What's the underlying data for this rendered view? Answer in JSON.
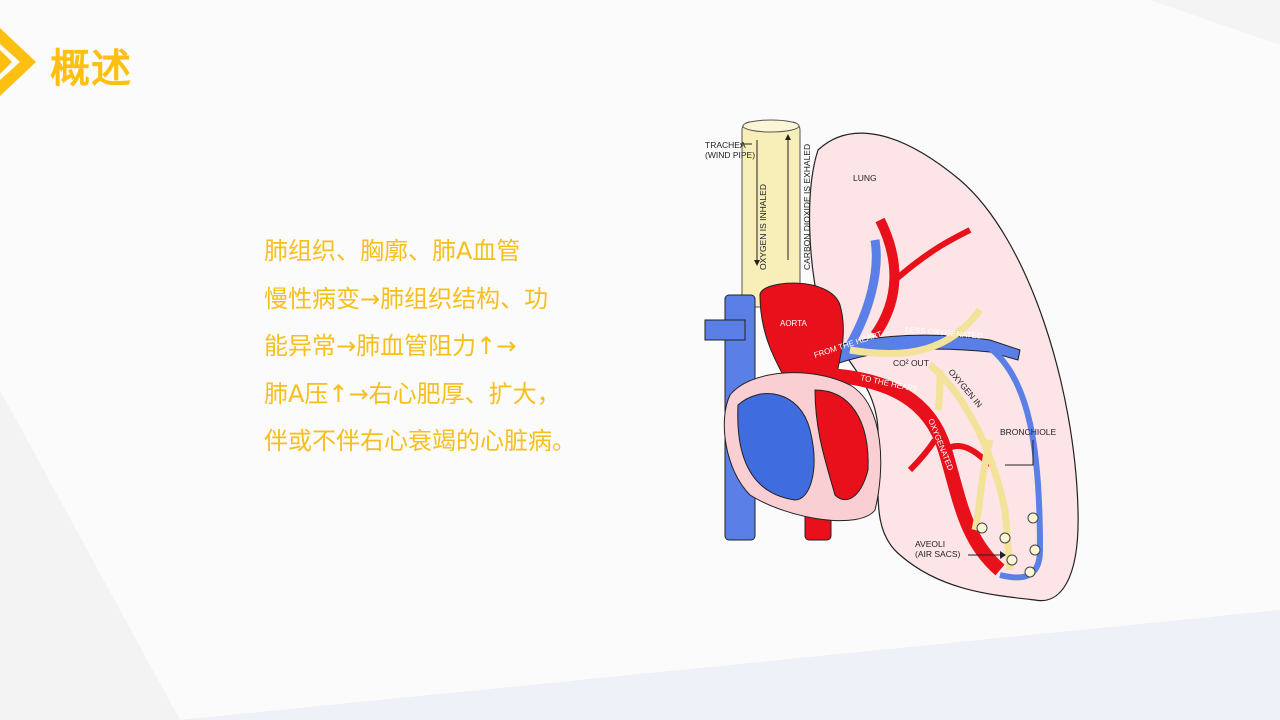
{
  "slide": {
    "title": "概述",
    "body_lines": [
      "肺组织、胸廓、肺A血管",
      "慢性病变→肺组织结构、功",
      "能异常→肺血管阻力↑→",
      "肺A压↑→右心肥厚、扩大，",
      "伴或不伴右心衰竭的心脏病。"
    ],
    "colors": {
      "accent": "#fdc010",
      "text": "#f8bf1b",
      "background": "#fbfbfb"
    }
  },
  "diagram": {
    "labels": {
      "trachea": "TRACHEA",
      "trachea_sub": "(WIND PIPE)",
      "oxygen_inhaled": "OXYGEN IS INHALED",
      "co2_exhaled": "CARBON DIOXIDE IS EXHALED",
      "lung": "LUNG",
      "aorta": "AORTA",
      "from_heart": "FROM THE HEART",
      "less_oxygenated": "LESS OXYGENATED",
      "co2_out": "CO² OUT",
      "oxygen_in": "OXYGEN IN",
      "to_heart": "TO THE HEART",
      "oxygenated": "OXYGENATED",
      "bronchiole": "BRONCHIOLE",
      "aveoli": "AVEOLI",
      "air_sacs": "(AIR SACS)"
    }
  }
}
